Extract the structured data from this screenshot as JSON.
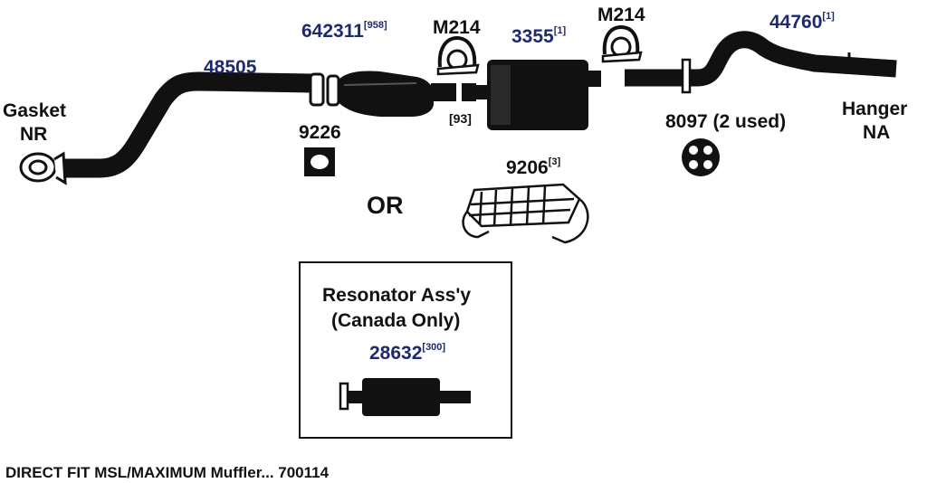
{
  "parts": {
    "inlet_pipe": {
      "number": "48505"
    },
    "converter": {
      "number": "642311",
      "note": "[958]"
    },
    "clamp_left": {
      "number": "M214"
    },
    "muffler": {
      "number": "3355",
      "note": "[1]"
    },
    "clamp_right": {
      "number": "M214"
    },
    "tailpipe": {
      "number": "44760",
      "note": "[1]"
    },
    "gasket_left": {
      "line1": "Gasket",
      "line2": "NR"
    },
    "gasket_9226": {
      "number": "9226"
    },
    "bracket_93": {
      "number": "[93]"
    },
    "hanger_8097": {
      "number": "8097 (2 used)"
    },
    "hanger_na": {
      "line1": "Hanger",
      "line2": "NA"
    },
    "shield_9206": {
      "number": "9206",
      "note": "[3]"
    }
  },
  "or_label": "OR",
  "resonator_box": {
    "title_line1": "Resonator Ass'y",
    "title_line2": "(Canada Only)",
    "number": "28632",
    "note": "[300]"
  },
  "footer": "DIRECT FIT MSL/MAXIMUM Muffler... 700114",
  "colors": {
    "part_number": "#1f2a6e",
    "text": "#111111",
    "line": "#111111"
  }
}
